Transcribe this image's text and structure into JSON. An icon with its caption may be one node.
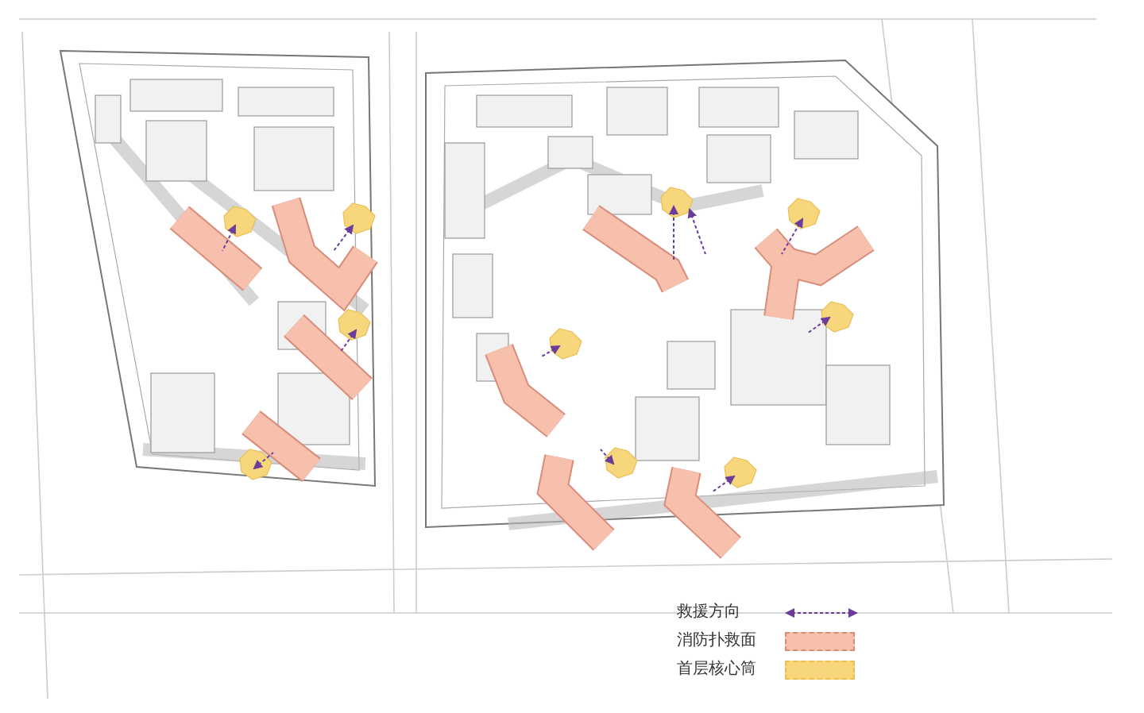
{
  "diagram": {
    "legend": [
      {
        "text": "救援方向"
      },
      {
        "text": "消防扑救面",
        "color": "#f7c0ad"
      },
      {
        "text": "首层核心筒",
        "color": "#f8d67c"
      }
    ]
  }
}
